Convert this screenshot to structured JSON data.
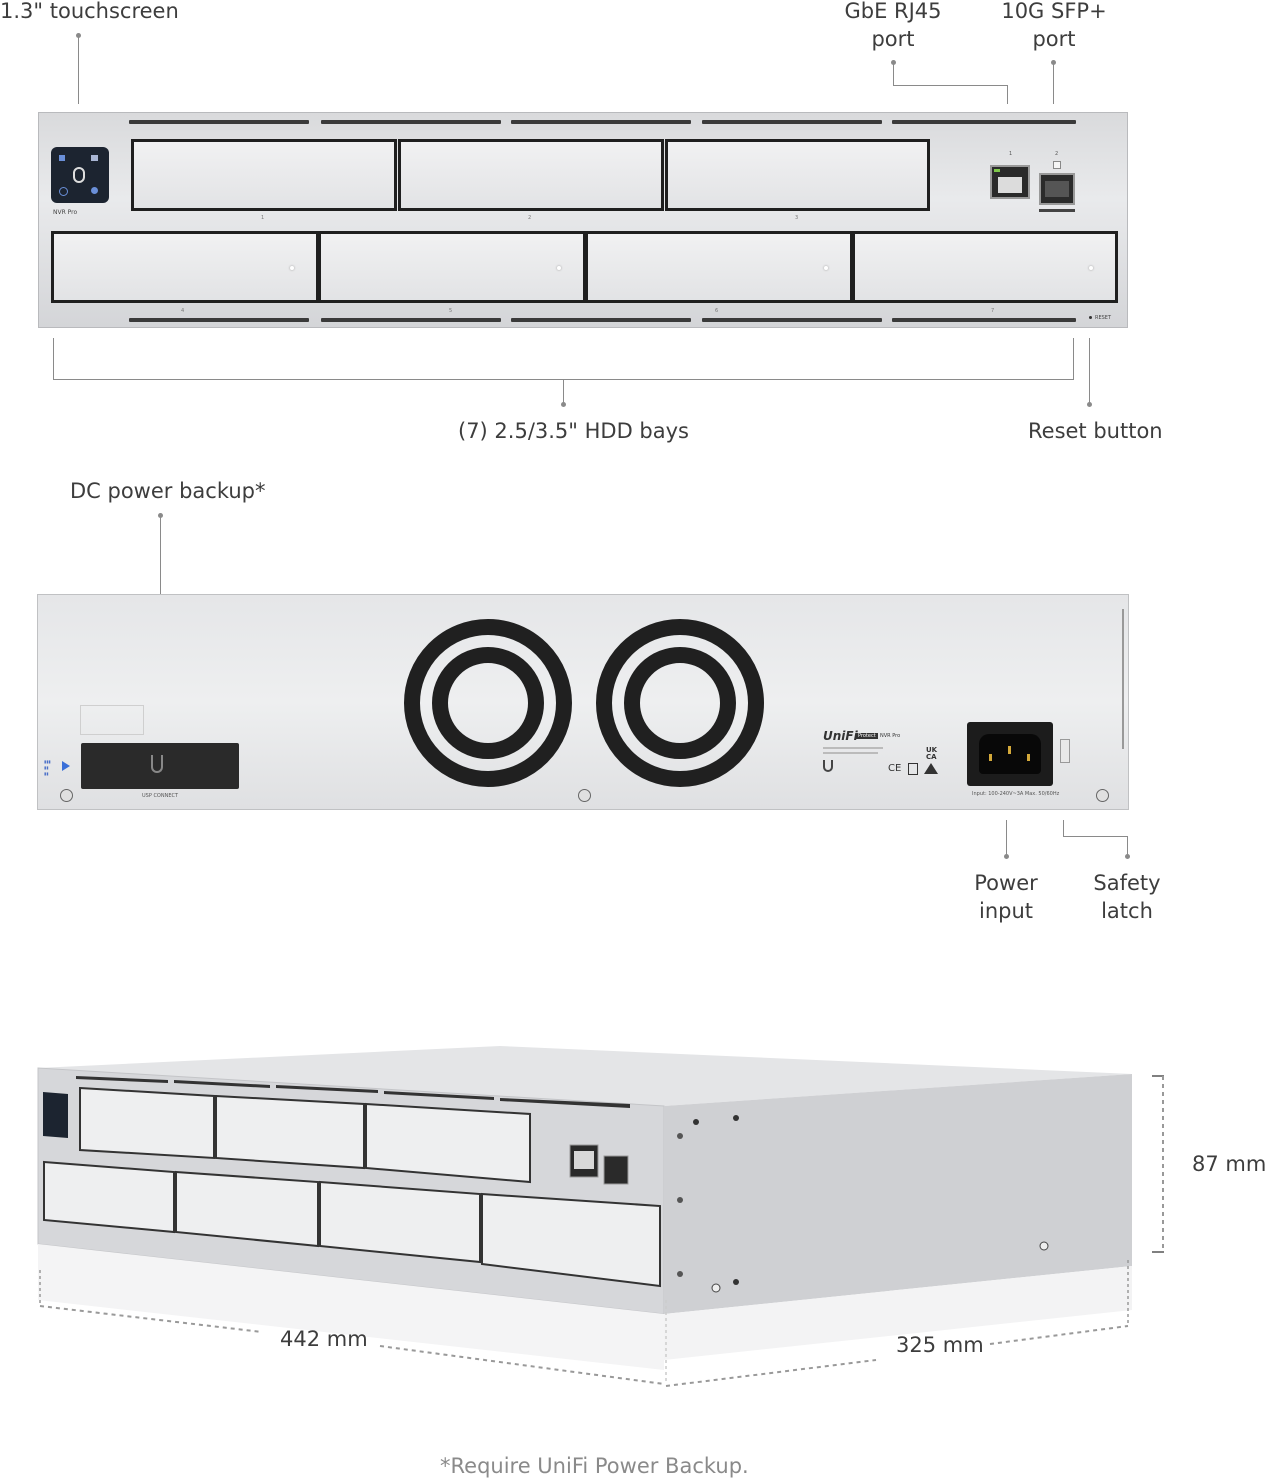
{
  "front": {
    "touchscreen_label": "1.3\" touchscreen",
    "rj45_label_1": "GbE RJ45",
    "rj45_label_2": "port",
    "sfp_label_1": "10G SFP+",
    "sfp_label_2": "port",
    "bays_label": "(7) 2.5/3.5\" HDD bays",
    "reset_label": "Reset button",
    "model_text": "NVR Pro",
    "reset_text": "RESET",
    "bay_numbers": [
      "1",
      "2",
      "3",
      "4",
      "5",
      "6",
      "7"
    ],
    "port_numbers": [
      "1",
      "2"
    ]
  },
  "back": {
    "dc_label": "DC power backup*",
    "power_label_1": "Power",
    "power_label_2": "input",
    "latch_label_1": "Safety",
    "latch_label_2": "latch",
    "usp_text": "USP CONNECT",
    "brand_text": "UniFi",
    "brand_badge": "Protect",
    "brand_model": "NVR Pro",
    "ukca_text": "UK CA",
    "ce_text": "CE",
    "input_text": "Input: 100-240V~3A Max. 50/60Hz"
  },
  "dimensions": {
    "height": "87 mm",
    "width": "442 mm",
    "depth": "325 mm"
  },
  "footnote": "*Require UniFi Power Backup."
}
